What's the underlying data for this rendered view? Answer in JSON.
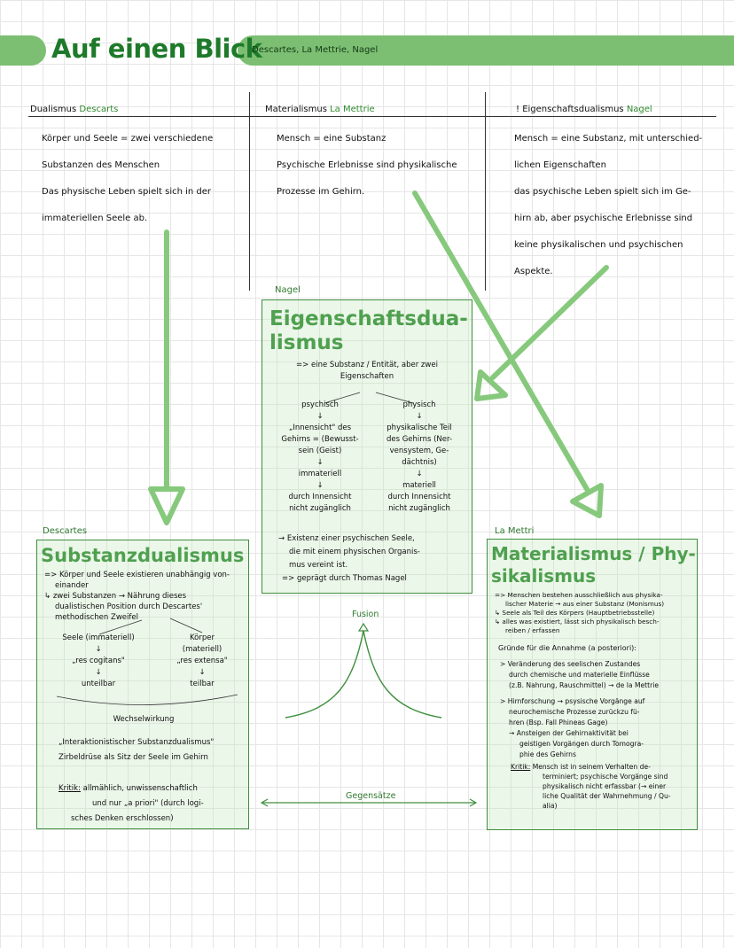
{
  "header": {
    "title": "Auf einen Blick",
    "subtitle": "Descartes, La Mettrie, Nagel"
  },
  "columns": [
    {
      "name": "Dualismus",
      "author": "Descarts",
      "lines": [
        "Körper und Seele = zwei verschiedene",
        "Substanzen des Menschen",
        "Das physische Leben spielt sich in der",
        "immateriellen Seele ab."
      ]
    },
    {
      "name": "Materialismus",
      "author": "La Mettrie",
      "lines": [
        "Mensch = eine Substanz",
        "Psychische Erlebnisse sind physikalische",
        "Prozesse im Gehirn."
      ]
    },
    {
      "name": "! Eigenschaftsdualismus",
      "author": "Nagel",
      "lines": [
        "Mensch = eine Substanz, mit unterschied-",
        "lichen Eigenschaften",
        "das psychische Leben spielt sich im Ge-",
        "hirn ab, aber psychische Erlebnisse sind",
        "keine physikalischen und psychischen",
        "Aspekte."
      ]
    }
  ],
  "center_box": {
    "label": "Nagel",
    "title": [
      "Eigenschaftsdua-",
      "lismus"
    ],
    "intro": [
      "=> eine Substanz / Entität, aber zwei",
      "Eigenschaften"
    ],
    "left_branch": {
      "head": "psychisch",
      "lines": [
        "„Innensicht\" des",
        "Gehirns = (Bewusst-",
        "sein (Geist)"
      ],
      "mid": "immateriell",
      "bottom": [
        "durch Innensicht",
        "nicht zugänglich"
      ]
    },
    "right_branch": {
      "head": "physisch",
      "lines": [
        "physikalische Teil",
        "des Gehirns (Ner-",
        "vensystem, Ge-",
        "dächtnis)"
      ],
      "mid": "materiell",
      "bottom": [
        "durch Innensicht",
        "nicht zugänglich"
      ]
    },
    "notes": [
      "→ Existenz einer psychischen Seele,",
      "die mit einem physischen Organis-",
      "mus vereint ist.",
      "=> geprägt durch Thomas Nagel"
    ]
  },
  "left_box": {
    "label": "Descartes",
    "title": "Substanzdualismus",
    "intro": [
      "=> Körper und Seele existieren unabhängig von-",
      "einander",
      "↳ zwei Substanzen → Nährung dieses",
      "dualistischen Position durch Descartes'",
      "methodischen Zweifel"
    ],
    "left_branch": {
      "head": "Seele (immateriell)",
      "term": "„res cogitans\"",
      "result": "unteilbar"
    },
    "right_branch": {
      "head": [
        "Körper",
        "(materiell)"
      ],
      "term": "„res extensa\"",
      "result": "teilbar"
    },
    "wechsel": "Wechselwirkung",
    "interaction": [
      "„Interaktionistischer Substanzdualismus\"",
      "Zirbeldrüse als Sitz der Seele im Gehirn"
    ],
    "critique_label": "Kritik:",
    "critique": [
      "allmählich, unwissenschaftlich",
      "und nur „a priori\" (durch logi-",
      "sches Denken erschlossen)"
    ]
  },
  "right_box": {
    "label": "La Mettri",
    "title": [
      "Materialismus / Phy-",
      "sikalismus"
    ],
    "intro": [
      "=> Menschen bestehen ausschließlich aus physika-",
      "lischer Materie → aus einer Substanz (Monismus)",
      "↳ Seele als Teil des Körpers (Hauptbetriebsstelle)",
      "↳ alles was existiert, lässt sich physikalisch besch-",
      "reiben / erfassen"
    ],
    "reasons_title": "Gründe für die Annahme (a posteriori):",
    "reasons": [
      "> Veränderung des seelischen Zustandes",
      "durch chemische und materielle Einflüsse",
      "(z.B. Nahrung, Rauschmittel) → de la Mettrie",
      "> Hirnforschung → psysische Vorgänge auf",
      "neurochemische Prozesse zurückzu fü-",
      "hren (Bsp. Fall Phineas Gage)",
      "→ Ansteigen der Gehirnaktivität bei",
      "geistigen Vorgängen durch Tomogra-",
      "phie des Gehirns"
    ],
    "critique_label": "Kritik:",
    "critique": [
      "Mensch ist in seinem Verhalten de-",
      "terminiert; psychische Vorgänge sind",
      "physikalisch nicht erfassbar (→ einer",
      "liche Qualität der Wahrnehmung / Qu-",
      "alia)"
    ]
  },
  "connectors": {
    "fusion": "Fusion",
    "opposites": "Gegensätze"
  },
  "colors": {
    "accent_green": "#7cbf73",
    "title_green": "#1e7a2a",
    "arrow_green": "#86c97c",
    "box_border": "#3e8f3e",
    "box_fill": "#d6eed1"
  }
}
